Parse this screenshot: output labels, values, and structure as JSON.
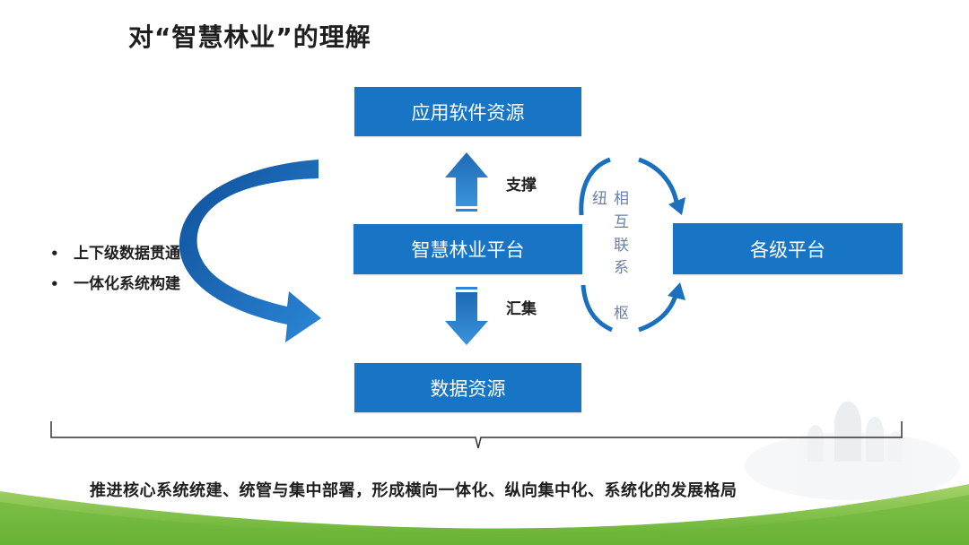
{
  "title": "对“智慧林业”的理解",
  "boxes": {
    "top": "应用软件资源",
    "center": "智慧林业平台",
    "bottom": "数据资源",
    "right": "各级平台"
  },
  "arrows": {
    "up_label": "支撑",
    "down_label": "汇集"
  },
  "hub": {
    "chars": [
      "纽",
      "相",
      "互",
      "联",
      "系",
      "枢"
    ]
  },
  "bullets": [
    "上下级数据贯通",
    "一体化系统构建"
  ],
  "summary": "推进核心系统统建、统管与集中部署，形成横向一体化、纵向集中化、系统化的发展格局",
  "colors": {
    "box": "#1875c6",
    "arrow": "#1a6fbf",
    "green": "#8cc63f"
  }
}
